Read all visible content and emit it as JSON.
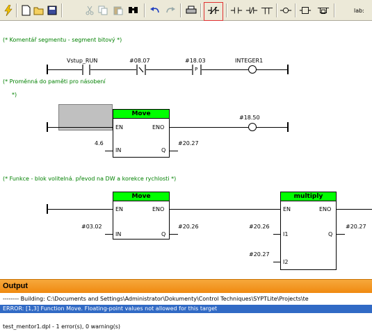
{
  "toolbar": {
    "icons": [
      "lightning-icon",
      "new-file-icon",
      "open-folder-icon",
      "save-icon",
      "cut-icon",
      "copy-icon",
      "paste-icon",
      "find-icon",
      "undo-icon",
      "redo-icon",
      "print-icon",
      "toggle-contact-icon",
      "contact-no-icon",
      "contact-nc-icon",
      "contact-pulse-icon",
      "coil-icon",
      "function-block-icon",
      "branch-icon",
      "label-icon"
    ],
    "label_text": "lab:"
  },
  "ladder": {
    "comment1": "(* Komentář segmentu - segment bitový *)",
    "rung1": {
      "contact1_label": "Vstup_RUN",
      "contact2_label": "#08.07",
      "contact3_label": "#18.03",
      "contact3_mark": "P",
      "coil_label": "INTEGER1"
    },
    "comment2_line1": "(* Proměnná do paměti pro násobení",
    "comment2_line2": "*)",
    "rung2": {
      "block_title": "Move",
      "en": "EN",
      "eno": "ENO",
      "in": "IN",
      "q": "Q",
      "in_value": "4.6",
      "q_value": "#20.27",
      "coil_label": "#18.50"
    },
    "comment3": "(* Funkce - blok volitelná. převod na DW a korekce rychlosti *)",
    "rung3": {
      "move_title": "Move",
      "move_en": "EN",
      "move_eno": "ENO",
      "move_in": "IN",
      "move_q": "Q",
      "move_in_value": "#03.02",
      "move_q_value": "#20.26",
      "mul_title": "multiply",
      "mul_en": "EN",
      "mul_eno": "ENO",
      "mul_i1": "I1",
      "mul_i2": "I2",
      "mul_q": "Q",
      "mul_i1_value": "#20.26",
      "mul_i2_value": "#20.27",
      "mul_q_value": "#20.27"
    }
  },
  "output": {
    "title": "Output",
    "line1": "-------- Building: C:\\Documents and Settings\\Administrator\\Dokumenty\\Control Techniques\\SYPTLite\\Projects\\te",
    "line2": "ERROR: [1,3] Function Move. Floating-point values not allowed for this target",
    "line3": "test_mentor1.dpl - 1 error(s), 0 warning(s)"
  },
  "colors": {
    "block_header": "#00ff00",
    "comment_text": "#008000",
    "error_highlight": "#316ac5",
    "output_header": "#f08a10",
    "toolbar_highlight": "#e03030"
  }
}
